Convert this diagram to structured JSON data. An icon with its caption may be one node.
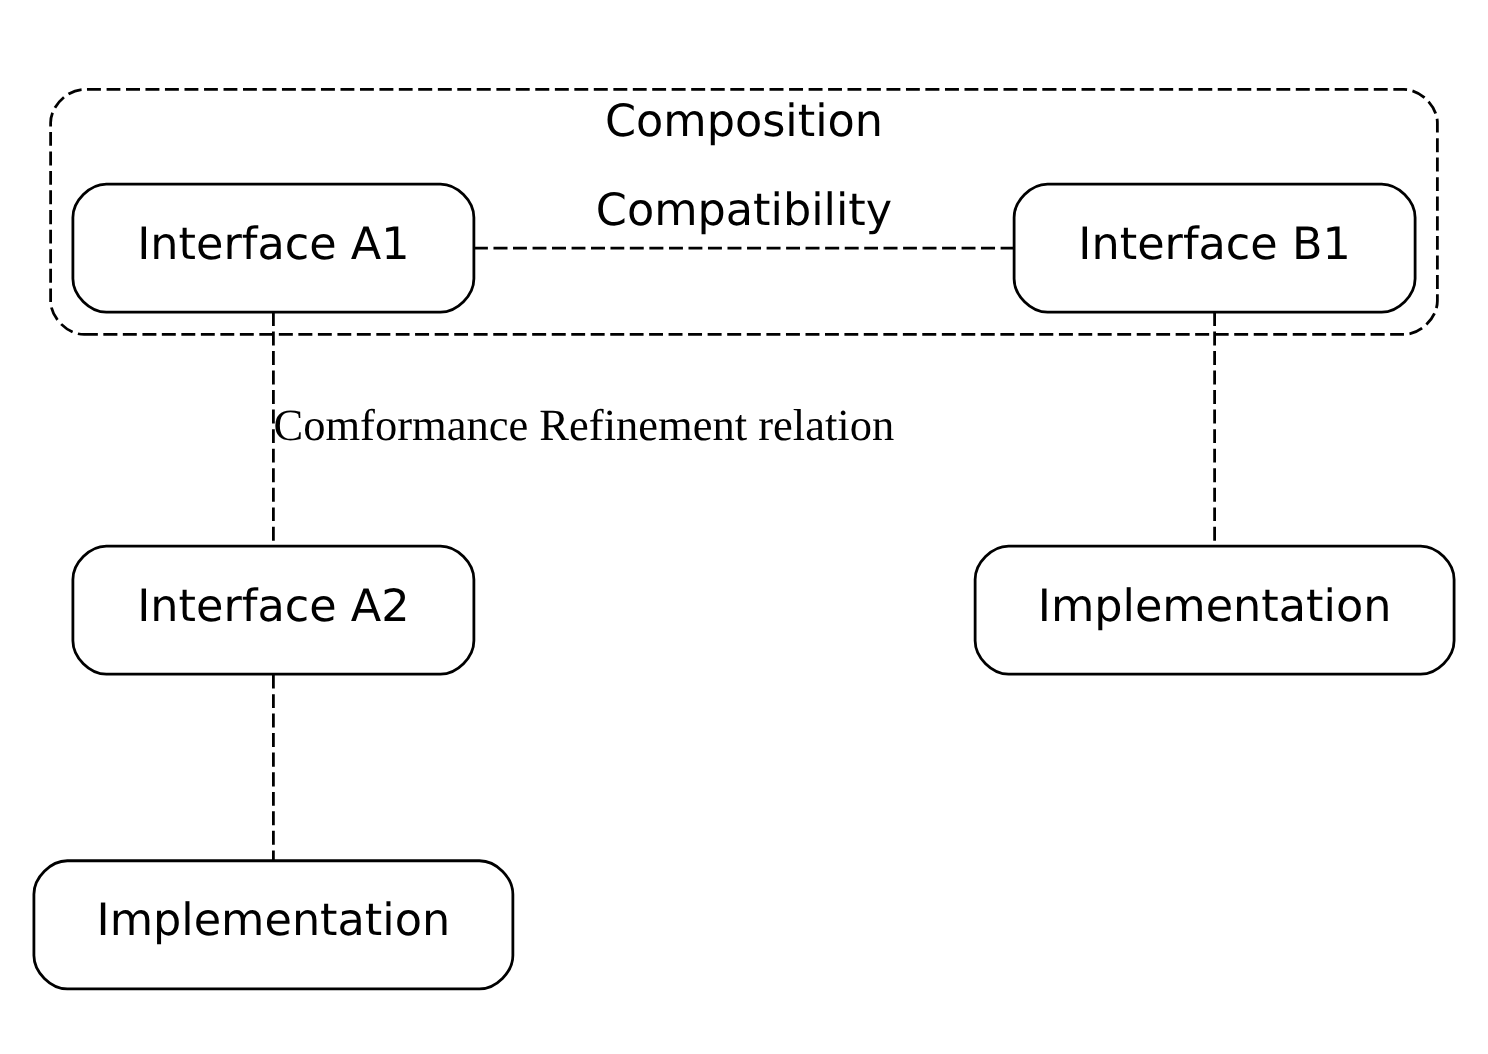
{
  "diagram": {
    "nodes": [
      {
        "text": [
          "Composition"
        ]
      },
      {
        "text": [
          "Interface A1"
        ],
        "in": 0
      },
      {
        "text": [
          "Interface B1"
        ],
        "in": 0
      },
      {
        "text": [
          "Interface A2"
        ]
      },
      {
        "text": [
          "Implementation"
        ]
      },
      {
        "text": [
          "Implementation"
        ]
      }
    ],
    "edges": [
      {
        "from": 1,
        "to": 2,
        "arrow": "none",
        "style": "dashed",
        "label": "Compatibility"
      },
      {
        "from": 1,
        "to": 3,
        "arrow": "none",
        "style": "dashed",
        "label": "Comformance Refinement relation"
      },
      {
        "from": 3,
        "to": 4,
        "arrow": "none",
        "style": "dashed"
      },
      {
        "from": 2,
        "to": 5,
        "arrow": "none",
        "style": "dashed"
      }
    ]
  }
}
